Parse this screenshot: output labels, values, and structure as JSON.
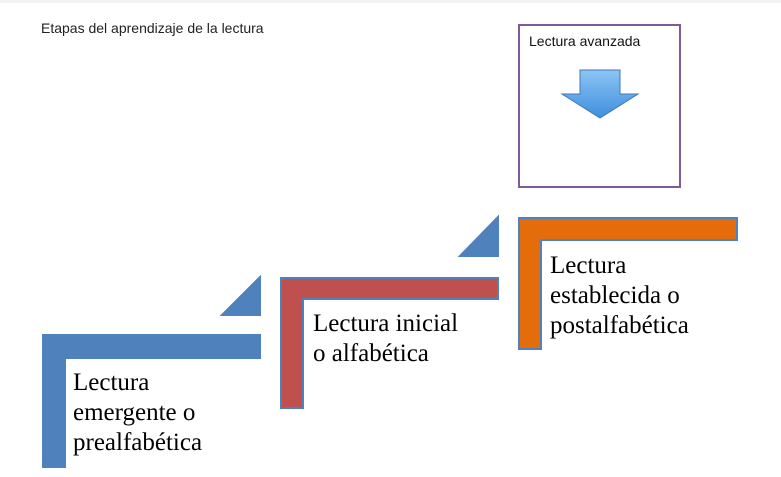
{
  "title": "Etapas del aprendizaje de la lectura",
  "advanced": {
    "label": "Lectura avanzada",
    "icon": "down-arrow-icon"
  },
  "steps": [
    {
      "lines": [
        "Lectura",
        "emergente o",
        "prealfabética"
      ],
      "color": "#4f81bd"
    },
    {
      "lines": [
        "Lectura inicial",
        "o alfabética"
      ],
      "color": "#c0504d"
    },
    {
      "lines": [
        "Lectura",
        "establecida o",
        "postalfabética"
      ],
      "color": "#e46c0a"
    }
  ],
  "colors": {
    "step_border": "#4f81bd",
    "advanced_border": "#7f5a9a",
    "arrow_fill": "#4f9be0"
  }
}
